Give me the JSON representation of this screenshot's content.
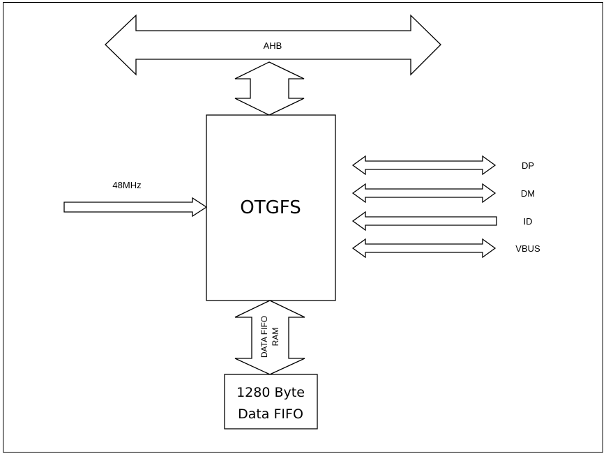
{
  "diagram": {
    "bus_label": "AHB",
    "clock_label": "48MHz",
    "core_label": "OTGFS",
    "fifo_link_label_1": "DATA FIFO",
    "fifo_link_label_2": "RAM",
    "fifo_block_line_1": "1280 Byte",
    "fifo_block_line_2": "Data FIFO",
    "signals": [
      "DP",
      "DM",
      "ID",
      "VBUS"
    ]
  }
}
